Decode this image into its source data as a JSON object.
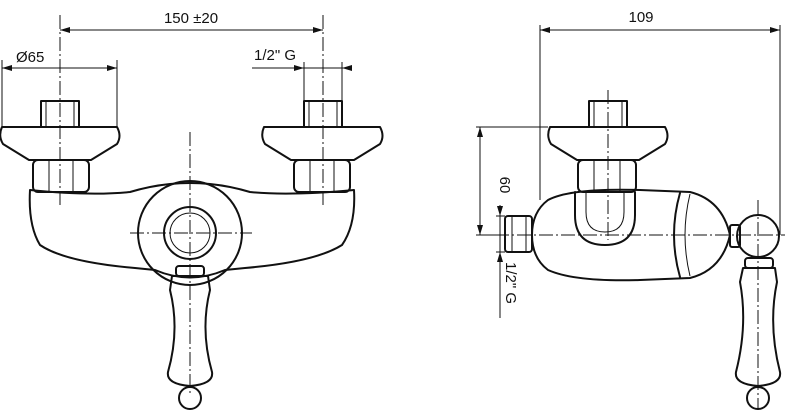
{
  "dimensions": {
    "center_distance": "150 ±20",
    "flange_diameter": "Ø65",
    "inlet_thread_front": "1/2\" G",
    "depth": "109",
    "height": "60",
    "inlet_thread_side": "1/2\" G"
  }
}
